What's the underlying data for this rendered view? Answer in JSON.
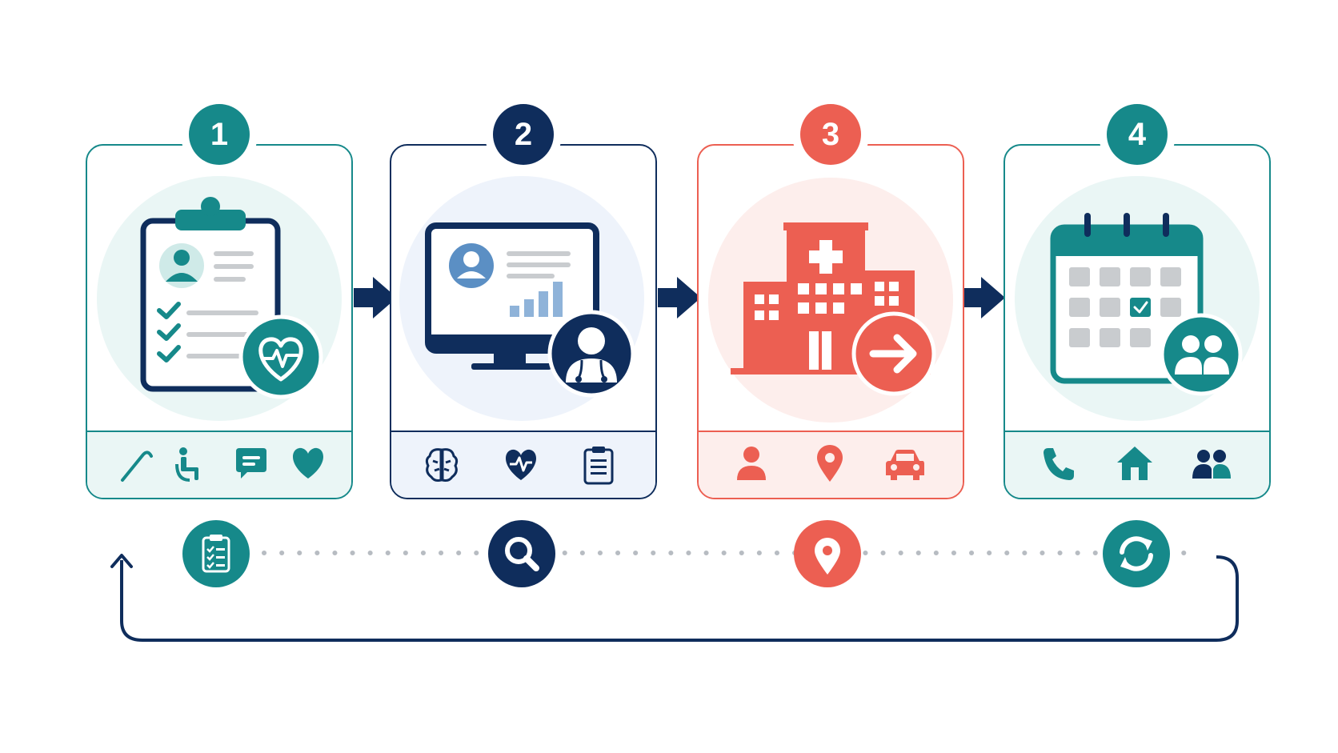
{
  "colors": {
    "teal": "#16898a",
    "navy": "#0f2d5c",
    "coral": "#ec5f52",
    "teal_light": "#eaf6f5",
    "navy_light": "#eef3fb",
    "coral_light": "#fdeeec",
    "gray_line": "#b7bcc2"
  },
  "steps": [
    {
      "number": "1",
      "color": "teal",
      "main_icon": "clipboard-checklist-icon",
      "overlay_icon": "heart-pulse-icon",
      "tray_icons": [
        "cane-icon",
        "wheelchair-icon",
        "chat-bubble-icon",
        "heart-icon"
      ]
    },
    {
      "number": "2",
      "color": "navy",
      "main_icon": "monitor-profile-icon",
      "overlay_icon": "doctor-icon",
      "tray_icons": [
        "brain-icon",
        "heart-pulse-icon",
        "clipboard-list-icon"
      ]
    },
    {
      "number": "3",
      "color": "coral",
      "main_icon": "hospital-icon",
      "overlay_icon": "arrow-right-icon",
      "tray_icons": [
        "person-icon",
        "location-pin-icon",
        "car-icon"
      ]
    },
    {
      "number": "4",
      "color": "teal",
      "main_icon": "calendar-icon",
      "overlay_icon": "people-icon",
      "tray_icons": [
        "phone-icon",
        "home-icon",
        "people-icon"
      ]
    }
  ],
  "timeline_icons": [
    {
      "icon": "clipboard-list-icon",
      "color": "teal"
    },
    {
      "icon": "magnifier-icon",
      "color": "navy"
    },
    {
      "icon": "location-pin-icon",
      "color": "coral"
    },
    {
      "icon": "refresh-icon",
      "color": "teal"
    }
  ]
}
